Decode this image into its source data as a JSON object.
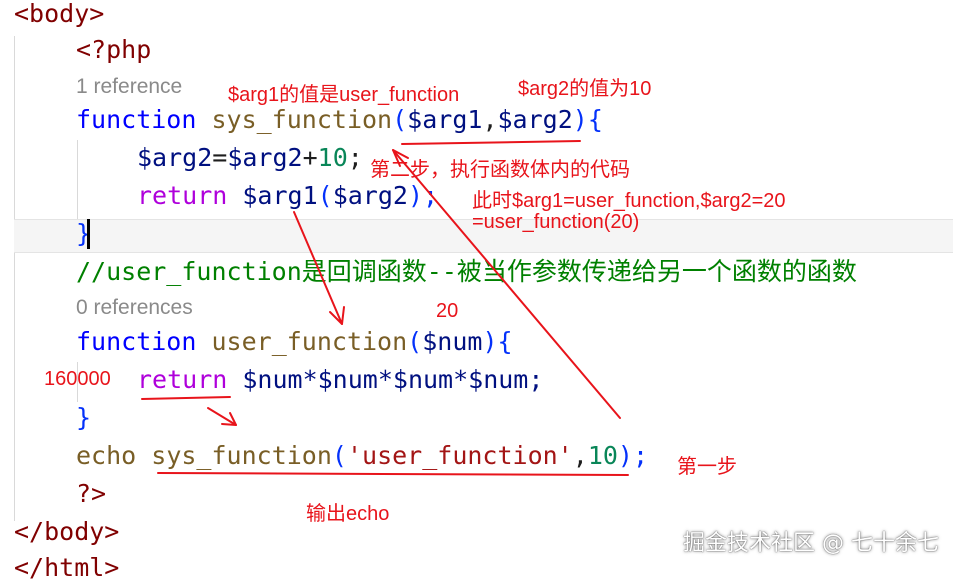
{
  "code": {
    "body_open": "<body>",
    "php_open": "<?php",
    "refs1": "1 reference",
    "l_function": "function",
    "l_sys_function": "sys_function",
    "l_paren_open": "(",
    "l_arg1": "$arg1",
    "l_comma": ",",
    "l_arg2": "$arg2",
    "l_paren_close_brace": "){",
    "l_assign_a": "$arg2",
    "l_assign_eq": "=",
    "l_assign_b": "$arg2",
    "l_plus": "+",
    "l_ten": "10",
    "l_semi": ";",
    "l_return": "return",
    "l_ret_arg1": "$arg1",
    "l_ret_open": "(",
    "l_ret_arg2": "$arg2",
    "l_ret_close": ");",
    "l_close_brace": "}",
    "comment": "//user_function是回调函数--被当作参数传递给另一个函数的函数",
    "refs0": "0 references",
    "l2_function": "function",
    "l2_user_function": "user_function",
    "l2_open": "(",
    "l2_num": "$num",
    "l2_close": "){",
    "l2_return": "return",
    "l2_expr": "$num*$num*$num*$num;",
    "l2_close_brace": "}",
    "echo_kw": "echo",
    "echo_fn": "sys_function",
    "echo_open": "(",
    "echo_str": "'user_function'",
    "echo_comma": ",",
    "echo_num": "10",
    "echo_close": ");",
    "php_close": "?>",
    "body_close": "</body>",
    "html_close": "</html>"
  },
  "annotations": {
    "arg1_value": "$arg1的值是user_function",
    "arg2_value": "$arg2的值为10",
    "step2": "第二步，执行函数体内的代码",
    "now_line1": "此时$arg1=user_function,$arg2=20",
    "now_line2": "=user_function(20)",
    "twenty": "20",
    "result": "160000",
    "step1": "第一步",
    "output_echo": "输出echo"
  },
  "watermark": "掘金技术社区 @ 七十余七",
  "colors": {
    "annotation": "#e8141b",
    "keyword": "#0000ff",
    "function_name": "#795e26",
    "variable": "#001080",
    "string": "#a31515",
    "number": "#098658",
    "comment": "#008000",
    "tag": "#800000",
    "return_keyword": "#af00db"
  }
}
